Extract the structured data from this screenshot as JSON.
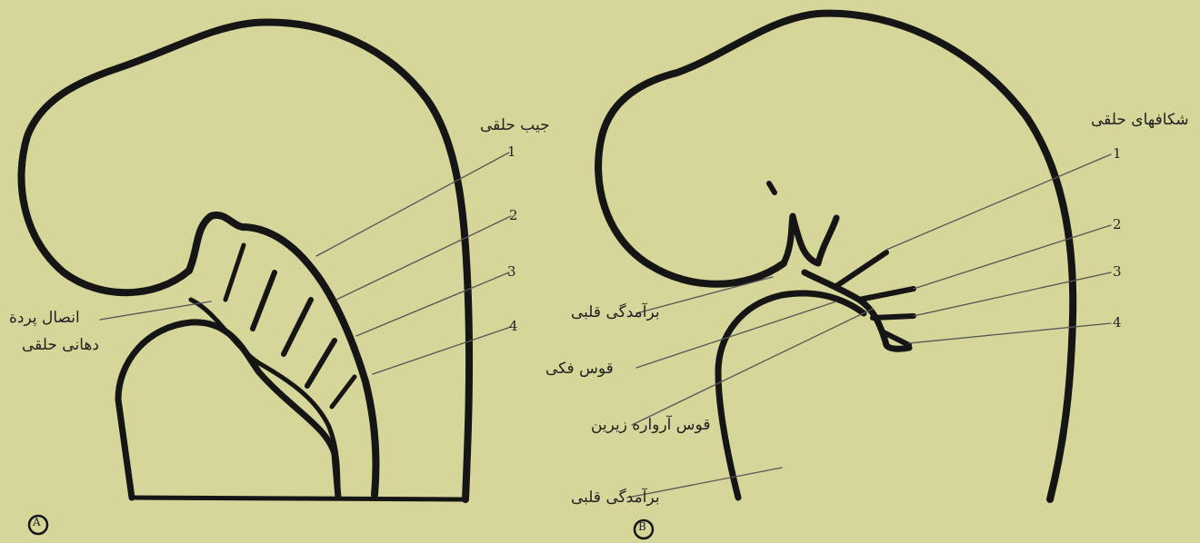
{
  "panel_a": {
    "marker": "A",
    "top_label": "جيب حلقى",
    "side_label_line1": "انصال پردة",
    "side_label_line2": "دهانى حلقى",
    "numbers": [
      "1",
      "2",
      "3",
      "4"
    ]
  },
  "panel_b": {
    "marker": "B",
    "top_label": "شكافهاى حلقى",
    "numbers": [
      "1",
      "2",
      "3",
      "4"
    ],
    "labels": [
      "برآمدگى قلبى",
      "قوس فکى",
      "قوس آرواره زيرين",
      "برآمدگى قلبى"
    ]
  },
  "colors": {
    "background": "#d6d69a",
    "outline": "#151515",
    "line": "#555555"
  }
}
